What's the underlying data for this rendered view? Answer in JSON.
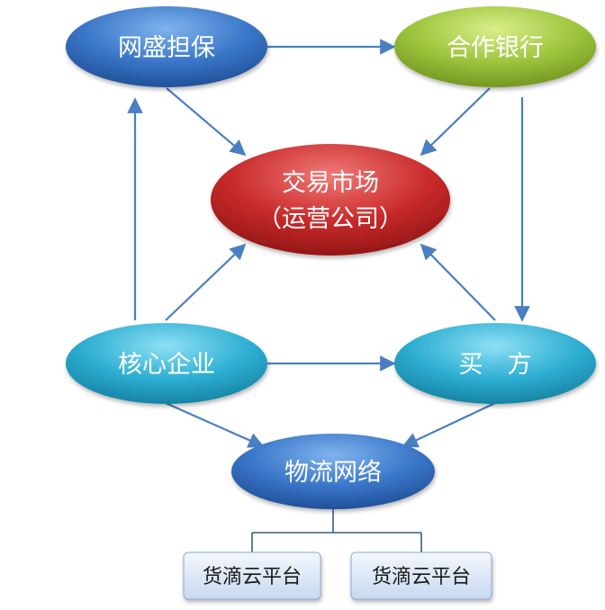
{
  "nodes": {
    "guarantee": "网盛担保",
    "bank": "合作银行",
    "market_line1": "交易市场",
    "market_line2": "（运营公司）",
    "core": "核心企业",
    "buyer": "买　方",
    "logistics": "物流网络",
    "platform_a": "货滴云平台",
    "platform_b": "货滴云平台"
  }
}
